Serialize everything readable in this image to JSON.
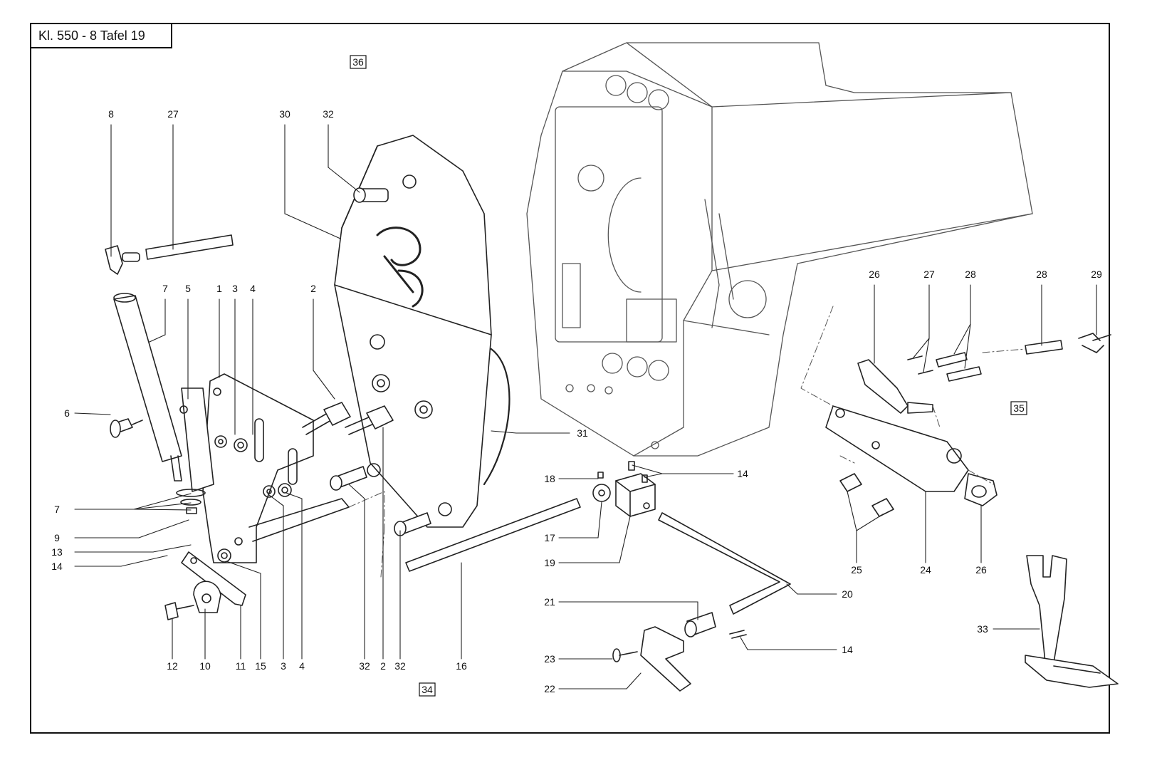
{
  "title": "Kl. 550 - 8  Tafel 19",
  "group_refs": [
    "36",
    "35",
    "34"
  ],
  "part_labels": [
    "8",
    "27",
    "30",
    "32",
    "7",
    "5",
    "1",
    "3",
    "4",
    "2",
    "6",
    "31",
    "18",
    "14",
    "17",
    "19",
    "7",
    "9",
    "13",
    "14",
    "12",
    "10",
    "11",
    "15",
    "3",
    "4",
    "32",
    "2",
    "32",
    "16",
    "21",
    "20",
    "23",
    "14",
    "22",
    "26",
    "27",
    "28",
    "28",
    "29",
    "25",
    "24",
    "26",
    "33"
  ]
}
